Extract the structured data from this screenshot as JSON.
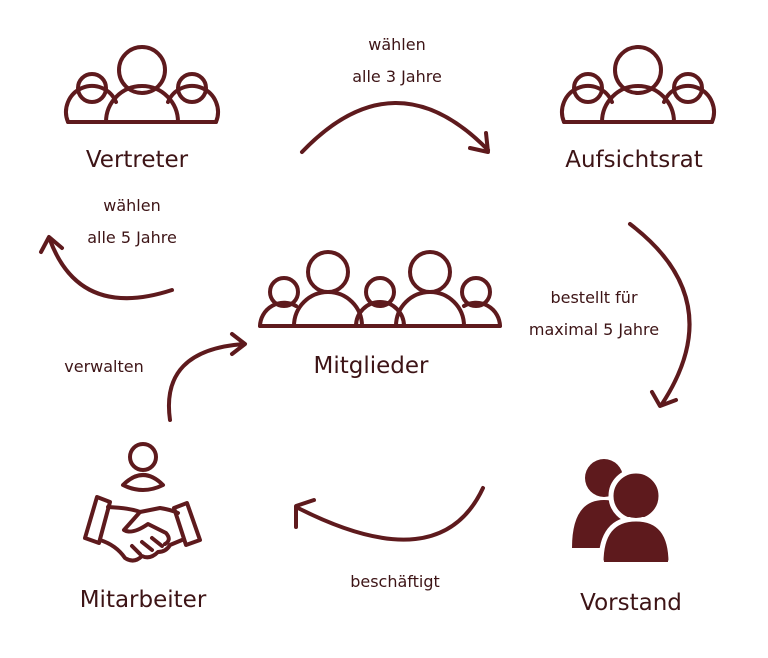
{
  "colors": {
    "primary": "#5e1a1d"
  },
  "nodes": {
    "vertreter": {
      "label": "Vertreter",
      "icon": "group-three-icon"
    },
    "aufsichtsrat": {
      "label": "Aufsichtsrat",
      "icon": "group-three-icon"
    },
    "mitglieder": {
      "label": "Mitglieder",
      "icon": "group-five-icon"
    },
    "mitarbeiter": {
      "label": "Mitarbeiter",
      "icon": "handshake-person-icon"
    },
    "vorstand": {
      "label": "Vorstand",
      "icon": "two-persons-solid-icon"
    }
  },
  "edges": {
    "vertreter_aufsichtsrat": {
      "line1": "wählen",
      "line2": "alle 3 Jahre"
    },
    "mitglieder_vertreter": {
      "line1": "wählen",
      "line2": "alle 5 Jahre"
    },
    "aufsichtsrat_vorstand": {
      "line1": "bestellt für",
      "line2": "maximal 5 Jahre"
    },
    "vorstand_mitarbeiter": {
      "line1": "beschäftigt"
    },
    "mitarbeiter_mitglieder": {
      "line1": "verwalten"
    }
  }
}
